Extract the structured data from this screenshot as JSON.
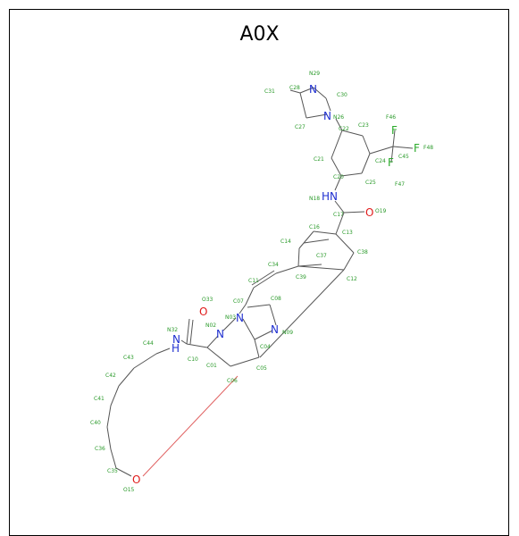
{
  "title": "A0X",
  "atoms": {
    "N29": "N29",
    "C31": "C31",
    "C28": "C28",
    "C30": "C30",
    "N26": "N26",
    "C27": "C27",
    "C22": "C22",
    "C23": "C23",
    "F46": "F46",
    "F48": "F48",
    "C45": "C45",
    "C24": "C24",
    "F47": "F47",
    "C21": "C21",
    "C20": "C20",
    "C25": "C25",
    "N18": "N18",
    "C17": "C17",
    "O19": "O19",
    "C16": "C16",
    "C13": "C13",
    "C14": "C14",
    "C38": "C38",
    "C34": "C34",
    "C37": "C37",
    "C11": "C11",
    "C39": "C39",
    "C12": "C12",
    "O33": "O33",
    "C07": "C07",
    "C08": "C08",
    "N03": "N03",
    "N02": "N02",
    "N09": "N09",
    "N32": "N32",
    "C44": "C44",
    "C04": "C04",
    "C10": "C10",
    "C43": "C43",
    "C01": "C01",
    "C05": "C05",
    "C42": "C42",
    "C06": "C06",
    "C41": "C41",
    "C40": "C40",
    "C36": "C36",
    "C35": "C35",
    "O15": "O15"
  },
  "elements": {
    "N": "N",
    "O": "O",
    "F": "F",
    "H": "H"
  }
}
